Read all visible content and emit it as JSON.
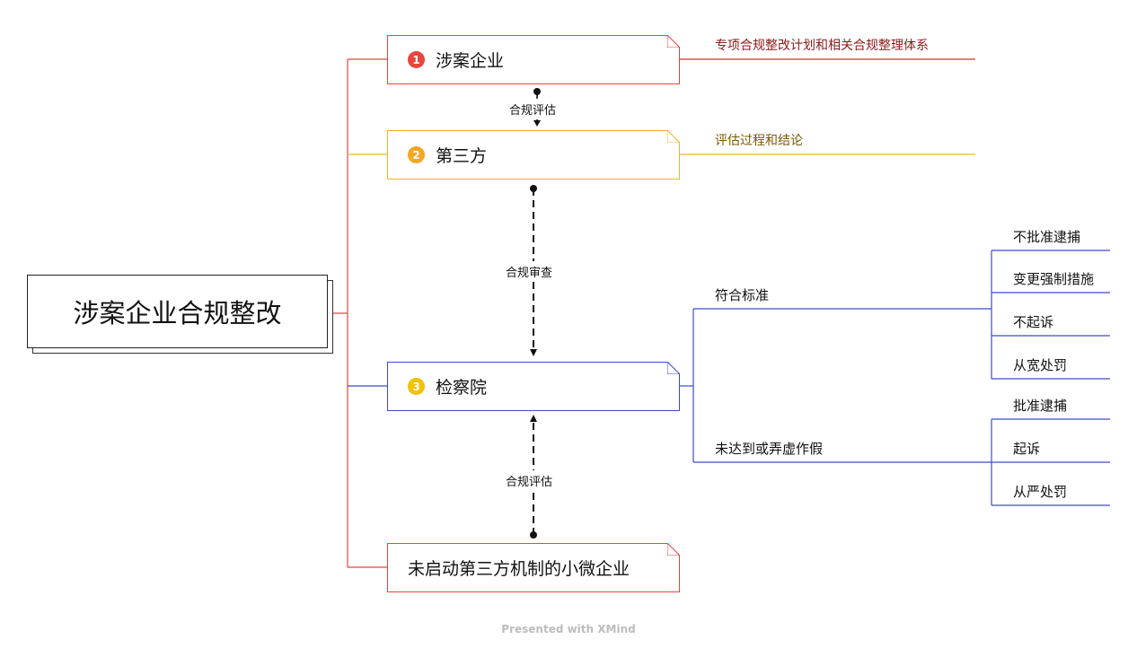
{
  "root": {
    "label": "涉案企业合规整改"
  },
  "nodes": {
    "enterprise": {
      "badge": "1",
      "label": "涉案企业",
      "color": "#e8453c",
      "badge_color": "#e8453c",
      "note": "专项合规整改计划和相关合规整理体系",
      "note_color": "#8b1a1a"
    },
    "third_party": {
      "badge": "2",
      "label": "第三方",
      "color": "#f0b429",
      "badge_color": "#f5a623",
      "note": "评估过程和结论",
      "note_color": "#7a5a00"
    },
    "procuratorate": {
      "badge": "3",
      "label": "检察院",
      "color": "#3b4cca",
      "badge_color": "#f2c200"
    },
    "small_enterprise": {
      "label": "未启动第三方机制的小微企业",
      "color": "#e8453c"
    }
  },
  "connectors": {
    "c1": "合规评估",
    "c2": "合规审查",
    "c3": "合规评估"
  },
  "branches": {
    "meets": {
      "label": "符合标准",
      "items": [
        "不批准逮捕",
        "变更强制措施",
        "不起诉",
        "从宽处罚"
      ]
    },
    "fails": {
      "label": "未达到或弄虚作假",
      "items": [
        "批准逮捕",
        "起诉",
        "从严处罚"
      ]
    }
  },
  "footer": "Presented with XMind"
}
